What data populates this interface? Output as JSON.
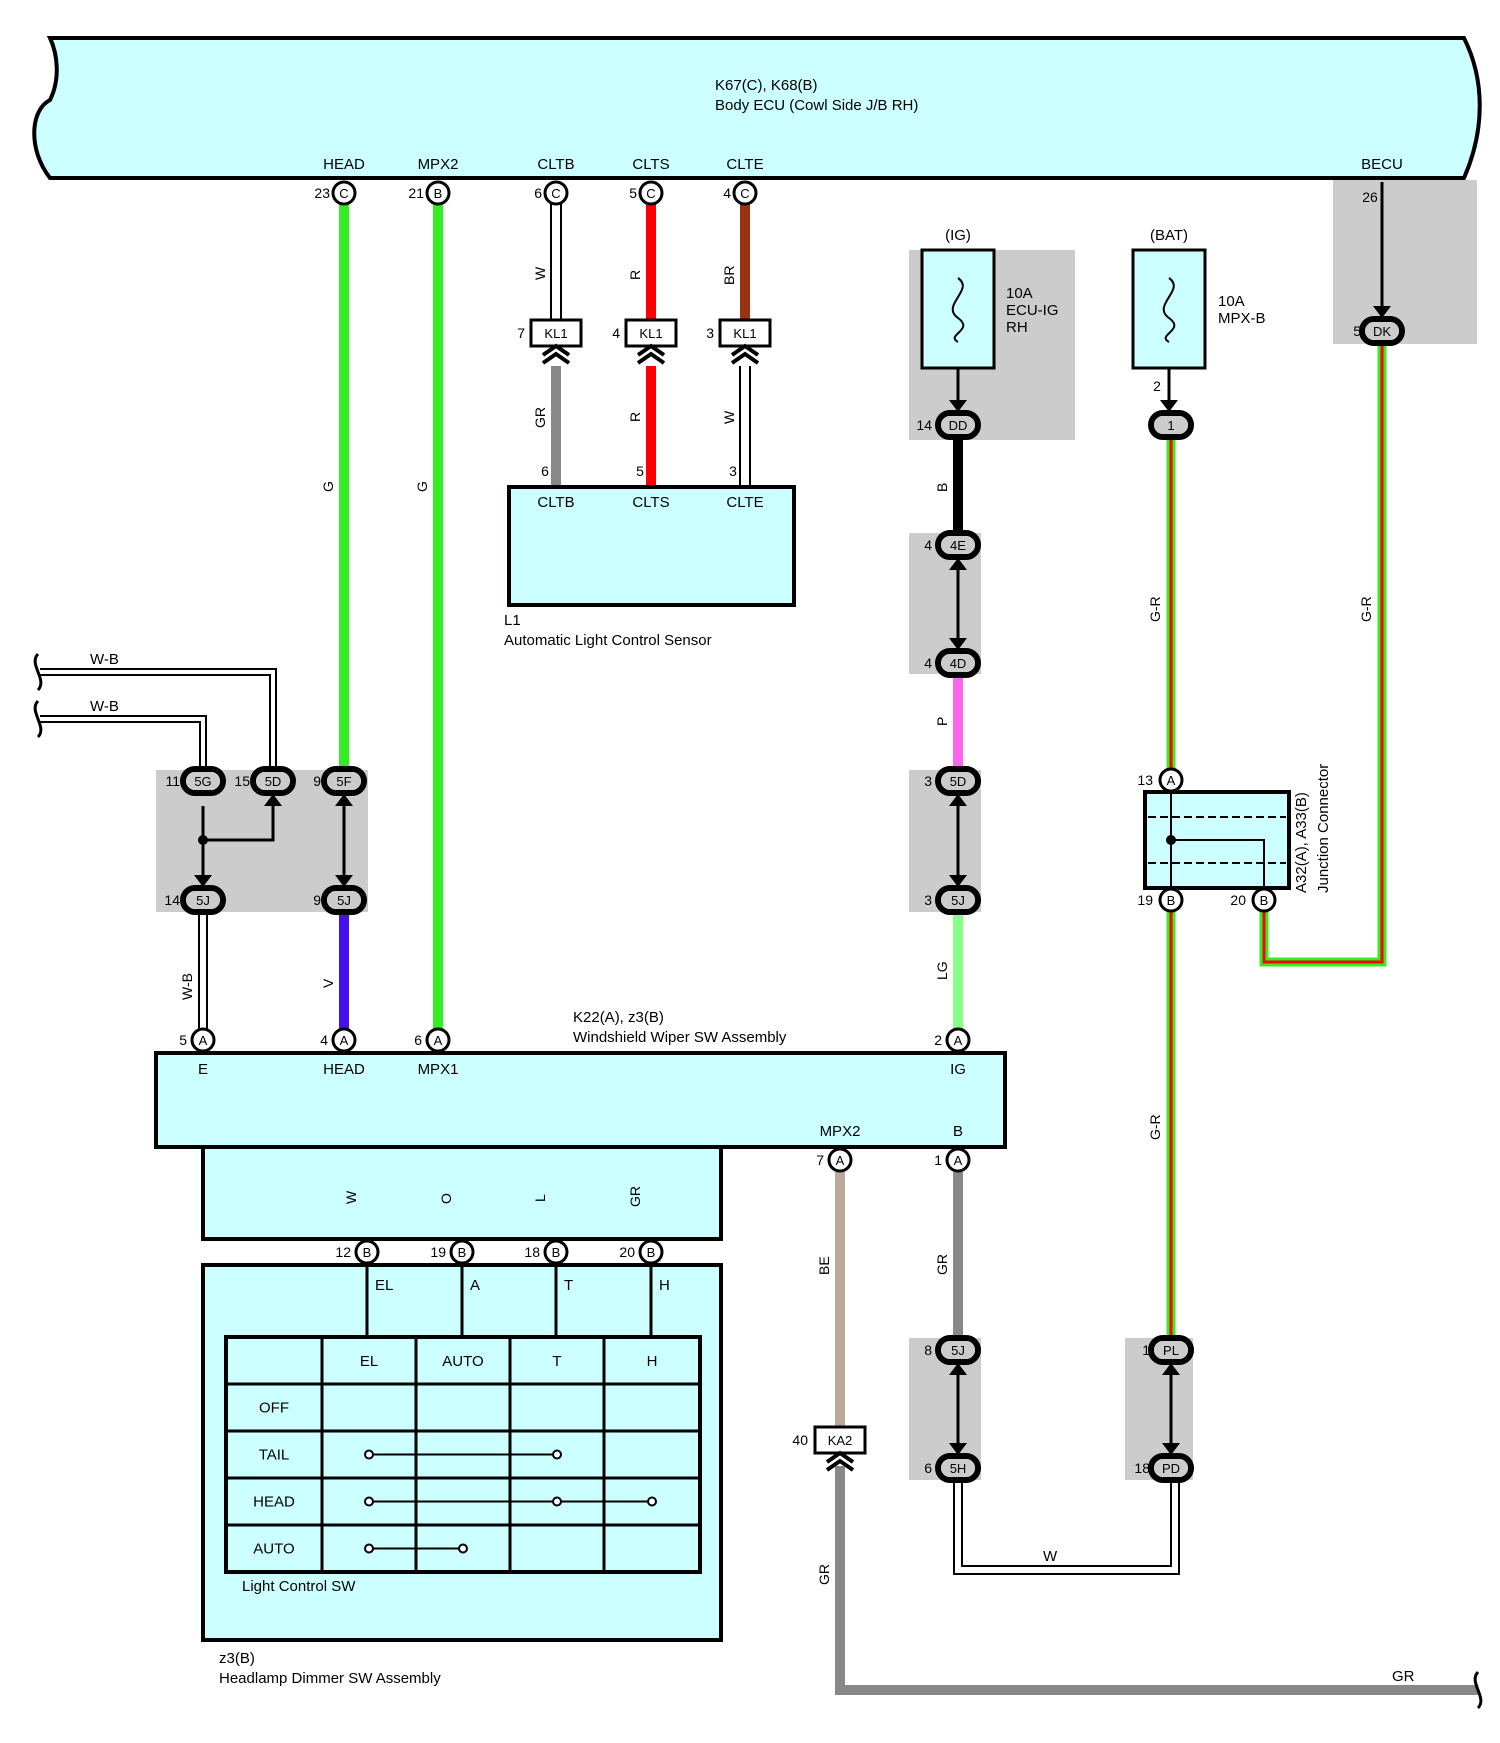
{
  "colors": {
    "component_fill": "#ccffff",
    "junction_shade": "#cccccc",
    "wires": {
      "G": "#33ee22",
      "W": "#ffffff",
      "R": "#ff0000",
      "BR": "#993311",
      "GR": "#888888",
      "B": "#000000",
      "P": "#ff66ee",
      "LG": "#88ff88",
      "V": "#4411ee",
      "O": "#ff7711",
      "L": "#00e5f0",
      "BE": "#bbaa99",
      "G-R": "#33ee22"
    }
  },
  "body_ecu": {
    "code": "K67(C), K68(B)",
    "name": "Body ECU (Cowl Side J/B RH)",
    "terminals": [
      {
        "label": "HEAD",
        "pin": "23",
        "conn": "C"
      },
      {
        "label": "MPX2",
        "pin": "21",
        "conn": "B"
      },
      {
        "label": "CLTB",
        "pin": "6",
        "conn": "C"
      },
      {
        "label": "CLTS",
        "pin": "5",
        "conn": "C"
      },
      {
        "label": "CLTE",
        "pin": "4",
        "conn": "C"
      },
      {
        "label": "BECU",
        "pin": "26",
        "conn": ""
      }
    ]
  },
  "sensor": {
    "code": "L1",
    "name": "Automatic Light Control Sensor",
    "terminals": [
      {
        "label": "CLTB",
        "pin": "6"
      },
      {
        "label": "CLTS",
        "pin": "5"
      },
      {
        "label": "CLTE",
        "pin": "3"
      }
    ]
  },
  "kl1": [
    {
      "pin": "7",
      "name": "KL1",
      "upper_wire": "W",
      "lower_wire": "GR"
    },
    {
      "pin": "4",
      "name": "KL1",
      "upper_wire": "R",
      "lower_wire": "R"
    },
    {
      "pin": "3",
      "name": "KL1",
      "upper_wire": "BR",
      "lower_wire": "W"
    }
  ],
  "fuse_ig": {
    "supply": "(IG)",
    "rating": "10A",
    "name_line1": "ECU-IG",
    "name_line2": "RH",
    "out_pin": "14",
    "out_conn": "DD"
  },
  "fuse_bat": {
    "supply": "(BAT)",
    "rating": "10A",
    "name": "MPX-B",
    "pin": "2",
    "conn": "1"
  },
  "becu_out": {
    "pin": "5",
    "conn": "DK"
  },
  "ig_chain": [
    {
      "pin": "4",
      "conn": "4E"
    },
    {
      "pin": "4",
      "conn": "4D"
    },
    {
      "pin": "3",
      "conn": "5D"
    },
    {
      "pin": "3",
      "conn": "5J"
    }
  ],
  "left_junction": {
    "top": [
      {
        "pin": "11",
        "conn": "5G"
      },
      {
        "pin": "15",
        "conn": "5D"
      },
      {
        "pin": "9",
        "conn": "5F"
      }
    ],
    "bottom": [
      {
        "pin": "14",
        "conn": "5J"
      },
      {
        "pin": "9",
        "conn": "5J"
      }
    ],
    "incoming": [
      "W-B",
      "W-B"
    ]
  },
  "junction_connector": {
    "code": "A32(A), A33(B)",
    "name": "Junction Connector",
    "pins": [
      {
        "pin": "13",
        "conn": "A"
      },
      {
        "pin": "19",
        "conn": "B"
      },
      {
        "pin": "20",
        "conn": "B"
      }
    ]
  },
  "wiper_sw": {
    "code": "K22(A), z3(B)",
    "name": "Windshield Wiper SW Assembly",
    "top_terminals": [
      {
        "label": "E",
        "pin": "5",
        "conn": "A"
      },
      {
        "label": "HEAD",
        "pin": "4",
        "conn": "A"
      },
      {
        "label": "MPX1",
        "pin": "6",
        "conn": "A"
      },
      {
        "label": "IG",
        "pin": "2",
        "conn": "A"
      }
    ],
    "side_terminals": [
      {
        "label": "MPX2",
        "pin": "7",
        "conn": "A"
      },
      {
        "label": "B",
        "pin": "1",
        "conn": "A"
      }
    ]
  },
  "dimmer": {
    "code": "z3(B)",
    "name": "Headlamp Dimmer SW Assembly",
    "switch_name": "Light Control SW",
    "wires": [
      "W",
      "O",
      "L",
      "GR"
    ],
    "pins": [
      {
        "pin": "12",
        "conn": "B",
        "label": "EL"
      },
      {
        "pin": "19",
        "conn": "B",
        "label": "A"
      },
      {
        "pin": "18",
        "conn": "B",
        "label": "T"
      },
      {
        "pin": "20",
        "conn": "B",
        "label": "H"
      }
    ],
    "columns": [
      "EL",
      "AUTO",
      "T",
      "H"
    ],
    "rows": [
      "OFF",
      "TAIL",
      "HEAD",
      "AUTO"
    ],
    "connections": [
      [],
      [
        0,
        2
      ],
      [
        0,
        2,
        3
      ],
      [
        0,
        1
      ]
    ]
  },
  "lower_chain": {
    "left": [
      {
        "pin": "8",
        "conn": "5J"
      },
      {
        "pin": "6",
        "conn": "5H"
      }
    ],
    "right": [
      {
        "pin": "1",
        "conn": "PL"
      },
      {
        "pin": "18",
        "conn": "PD"
      }
    ],
    "bridge_wire": "W",
    "ka2": {
      "pin": "40",
      "name": "KA2"
    }
  },
  "wire_labels": {
    "head": "G",
    "mpx2": "G",
    "v": "V",
    "wb": "W-B",
    "ig_b": "B",
    "ig_p": "P",
    "ig_lg": "LG",
    "gr1": "G-R",
    "gr2": "G-R",
    "gr3": "G-R",
    "be": "BE",
    "gr_b": "GR",
    "gr_bottom": "GR",
    "gr_end": "GR"
  }
}
